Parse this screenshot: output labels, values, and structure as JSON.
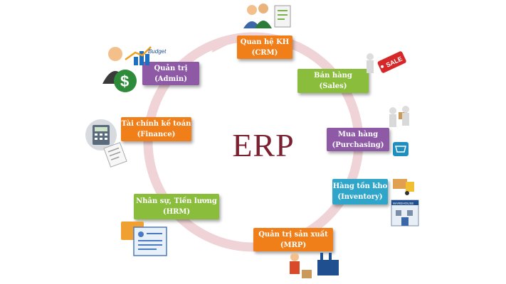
{
  "diagram": {
    "center_title": "ERP",
    "modules": [
      {
        "id": "crm",
        "line1": "Quan hệ KH",
        "line2": "(CRM)",
        "color": "#f07f1a"
      },
      {
        "id": "sales",
        "line1": "Bán hàng",
        "line2": "(Sales)",
        "color": "#8bbd3d"
      },
      {
        "id": "purchasing",
        "line1": "Mua hàng",
        "line2": "(Purchasing)",
        "color": "#8e5aa6"
      },
      {
        "id": "inventory",
        "line1": "Hàng tồn kho",
        "line2": "(Inventory)",
        "color": "#2fa6c9"
      },
      {
        "id": "mrp",
        "line1": "Quản trị sản xuất",
        "line2": "(MRP)",
        "color": "#f07f1a"
      },
      {
        "id": "hrm",
        "line1": "Nhân sự, Tiền lương",
        "line2": "(HRM)",
        "color": "#8bbd3d"
      },
      {
        "id": "finance",
        "line1": "Tài chính kế toán",
        "line2": "(Finance)",
        "color": "#f07f1a"
      },
      {
        "id": "admin",
        "line1": "Quản trị",
        "line2": "(Admin)",
        "color": "#8e5aa6"
      }
    ],
    "budget_label": "Budget",
    "sale_tag": "SALE",
    "warehouse_sign": "WAREHOUSE",
    "ring_color": "#efd3d6"
  }
}
